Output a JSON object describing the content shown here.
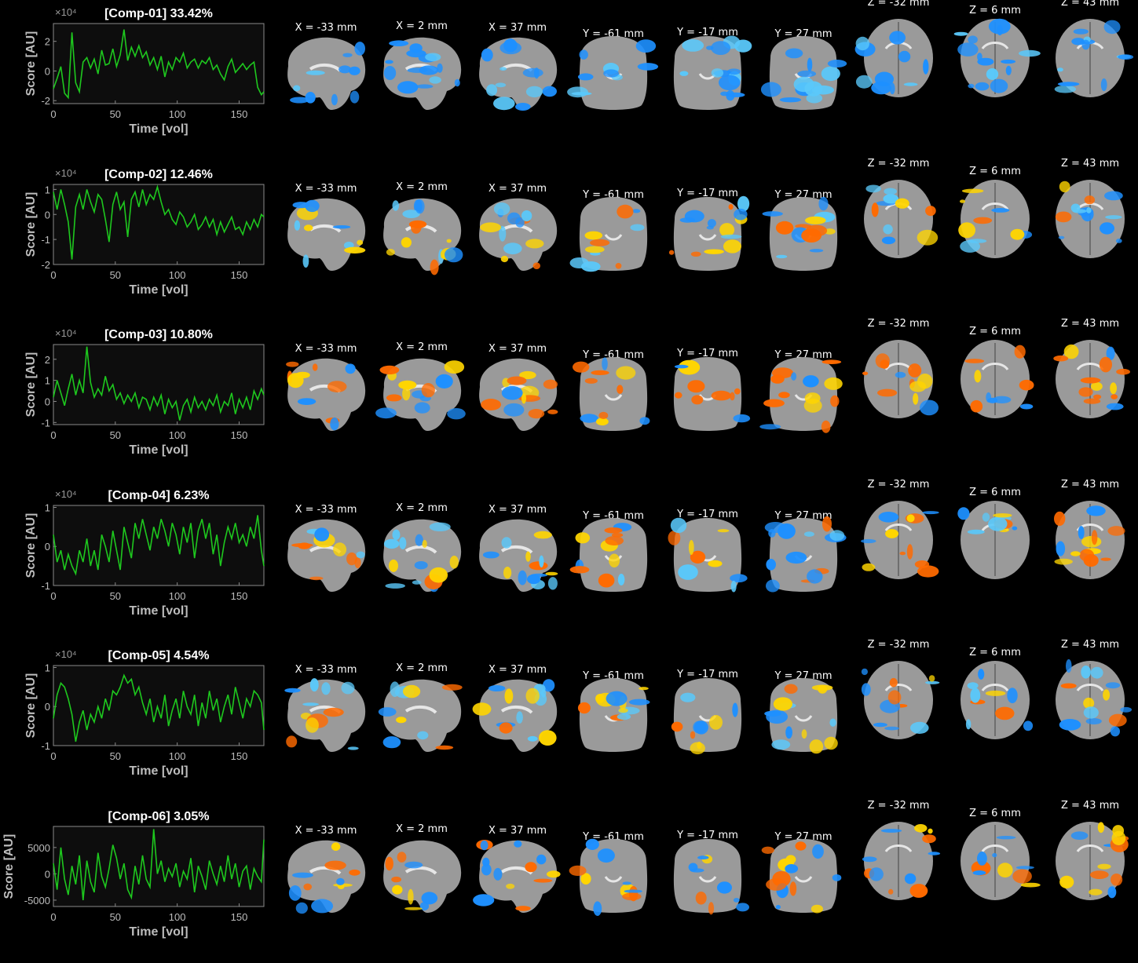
{
  "colors": {
    "background": "#000000",
    "trace": "#1ec81e",
    "axis_text": "#bdbdbd",
    "brain": "#9a9a9a",
    "negative": "#1e90ff",
    "negative_light": "#5ac8fa",
    "positive": "#ff6a00",
    "positive_light": "#ffd500"
  },
  "slice_labels": [
    "X = -33 mm",
    "X = 2 mm",
    "X = 37 mm",
    "Y = -61 mm",
    "Y = -17 mm",
    "Y = 27 mm",
    "Z = -32 mm",
    "Z = 6 mm",
    "Z = 43 mm"
  ],
  "chart_data": [
    {
      "type": "line",
      "title": "[Comp-01] 33.42%",
      "xlabel": "Time [vol]",
      "ylabel": "Score [AU]",
      "multiplier": "×10⁴",
      "xlim": [
        0,
        170
      ],
      "ylim": [
        -2.2,
        3.2
      ],
      "xticks": [
        0,
        50,
        100,
        150
      ],
      "yticks": [
        -2,
        0,
        2
      ],
      "ytick_labels": [
        "-2",
        "0",
        "2"
      ],
      "x": [
        0,
        3,
        6,
        9,
        12,
        15,
        18,
        21,
        24,
        27,
        30,
        33,
        36,
        39,
        42,
        45,
        48,
        51,
        54,
        57,
        60,
        63,
        66,
        69,
        72,
        75,
        78,
        81,
        84,
        87,
        90,
        93,
        96,
        99,
        102,
        105,
        108,
        111,
        114,
        117,
        120,
        123,
        126,
        129,
        132,
        135,
        138,
        141,
        144,
        147,
        150,
        153,
        156,
        159,
        162,
        165,
        168,
        170
      ],
      "y": [
        -1.2,
        -0.5,
        0.3,
        -1.5,
        -1.8,
        2.6,
        -0.8,
        -1.4,
        0.6,
        0.9,
        0.2,
        0.8,
        -0.2,
        1.4,
        0.4,
        0.5,
        1.5,
        0.3,
        1.1,
        2.8,
        0.7,
        1.6,
        1.0,
        1.7,
        0.9,
        1.3,
        0.4,
        0.9,
        0.1,
        1.0,
        -0.4,
        0.6,
        0.1,
        0.9,
        0.6,
        1.2,
        0.2,
        0.6,
        0.8,
        0.2,
        0.7,
        0.5,
        0.9,
        0.1,
        0.4,
        -0.2,
        -0.6,
        0.3,
        0.8,
        -0.1,
        0.2,
        0.5,
        0.1,
        0.4,
        0.6,
        -1.1,
        -1.6,
        -1.4
      ]
    },
    {
      "type": "line",
      "title": "[Comp-02] 12.46%",
      "xlabel": "Time [vol]",
      "ylabel": "Score [AU]",
      "multiplier": "×10⁴",
      "xlim": [
        0,
        170
      ],
      "ylim": [
        -2,
        1.2
      ],
      "xticks": [
        0,
        50,
        100,
        150
      ],
      "yticks": [
        -2,
        -1,
        0,
        1
      ],
      "ytick_labels": [
        "-2",
        "-1",
        "0",
        "1"
      ],
      "x": [
        0,
        3,
        6,
        9,
        12,
        15,
        18,
        21,
        24,
        27,
        30,
        33,
        36,
        39,
        42,
        45,
        48,
        51,
        54,
        57,
        60,
        63,
        66,
        69,
        72,
        75,
        78,
        81,
        84,
        87,
        90,
        93,
        96,
        99,
        102,
        105,
        108,
        111,
        114,
        117,
        120,
        123,
        126,
        129,
        132,
        135,
        138,
        141,
        144,
        147,
        150,
        153,
        156,
        159,
        162,
        165,
        168,
        170
      ],
      "y": [
        0.9,
        0.2,
        1.0,
        0.4,
        -0.3,
        -1.8,
        0.3,
        0.8,
        0.2,
        1.0,
        0.5,
        0.1,
        0.8,
        0.6,
        -0.2,
        -1.1,
        0.4,
        0.9,
        0.2,
        0.5,
        -0.9,
        0.6,
        0.9,
        0.3,
        1.0,
        0.4,
        0.8,
        0.6,
        1.1,
        0.5,
        0.0,
        0.2,
        -0.2,
        -0.4,
        0.1,
        -0.1,
        -0.5,
        -0.3,
        0.0,
        -0.6,
        -0.4,
        -0.1,
        -0.5,
        -0.2,
        -0.8,
        -0.3,
        -0.7,
        -0.4,
        -0.1,
        -0.6,
        -0.5,
        -0.8,
        -0.3,
        -0.6,
        -0.2,
        -0.5,
        0.0,
        -0.1
      ]
    },
    {
      "type": "line",
      "title": "[Comp-03] 10.80%",
      "xlabel": "Time [vol]",
      "ylabel": "Score [AU]",
      "multiplier": "×10⁴",
      "xlim": [
        0,
        170
      ],
      "ylim": [
        -1.1,
        2.7
      ],
      "xticks": [
        0,
        50,
        100,
        150
      ],
      "yticks": [
        -1,
        0,
        1,
        2
      ],
      "ytick_labels": [
        "-1",
        "0",
        "1",
        "2"
      ],
      "x": [
        0,
        3,
        6,
        9,
        12,
        15,
        18,
        21,
        24,
        27,
        30,
        33,
        36,
        39,
        42,
        45,
        48,
        51,
        54,
        57,
        60,
        63,
        66,
        69,
        72,
        75,
        78,
        81,
        84,
        87,
        90,
        93,
        96,
        99,
        102,
        105,
        108,
        111,
        114,
        117,
        120,
        123,
        126,
        129,
        132,
        135,
        138,
        141,
        144,
        147,
        150,
        153,
        156,
        159,
        162,
        165,
        168,
        170
      ],
      "y": [
        0.2,
        1.0,
        0.4,
        -0.2,
        0.6,
        1.3,
        0.3,
        1.0,
        0.4,
        2.6,
        0.9,
        0.2,
        0.6,
        0.3,
        1.2,
        0.5,
        0.8,
        0.1,
        0.4,
        -0.1,
        0.3,
        0.0,
        0.4,
        -0.3,
        0.2,
        0.1,
        -0.4,
        0.2,
        -0.2,
        0.3,
        -0.6,
        0.1,
        -0.3,
        0.0,
        -0.9,
        -0.2,
        0.1,
        -0.5,
        0.2,
        -0.3,
        0.0,
        -0.4,
        0.1,
        -0.2,
        0.3,
        -0.5,
        0.0,
        -0.2,
        0.4,
        -0.6,
        0.1,
        -0.3,
        0.2,
        -0.4,
        0.5,
        0.1,
        0.6,
        0.3
      ]
    },
    {
      "type": "line",
      "title": "[Comp-04] 6.23%",
      "xlabel": "Time [vol]",
      "ylabel": "Score [AU]",
      "multiplier": "×10⁴",
      "xlim": [
        0,
        170
      ],
      "ylim": [
        -1,
        1.05
      ],
      "xticks": [
        0,
        50,
        100,
        150
      ],
      "yticks": [
        -1,
        0,
        1
      ],
      "ytick_labels": [
        "-1",
        "0",
        "1"
      ],
      "x": [
        0,
        3,
        6,
        9,
        12,
        15,
        18,
        21,
        24,
        27,
        30,
        33,
        36,
        39,
        42,
        45,
        48,
        51,
        54,
        57,
        60,
        63,
        66,
        69,
        72,
        75,
        78,
        81,
        84,
        87,
        90,
        93,
        96,
        99,
        102,
        105,
        108,
        111,
        114,
        117,
        120,
        123,
        126,
        129,
        132,
        135,
        138,
        141,
        144,
        147,
        150,
        153,
        156,
        159,
        162,
        165,
        168,
        170
      ],
      "y": [
        0.3,
        -0.4,
        -0.1,
        -0.6,
        -0.2,
        -0.5,
        -0.7,
        -0.1,
        -0.4,
        0.2,
        -0.5,
        -0.1,
        -0.6,
        0.3,
        0.0,
        -0.4,
        0.4,
        -0.1,
        -0.6,
        0.5,
        0.1,
        -0.3,
        0.6,
        0.2,
        0.7,
        0.3,
        -0.1,
        0.5,
        0.2,
        0.7,
        0.4,
        0.0,
        0.6,
        0.3,
        -0.2,
        0.5,
        0.1,
        0.6,
        -0.3,
        0.4,
        0.7,
        0.2,
        0.6,
        -0.2,
        0.3,
        -0.5,
        0.1,
        0.5,
        0.2,
        0.6,
        0.1,
        0.3,
        0.0,
        0.5,
        0.2,
        0.8,
        -0.1,
        -0.5
      ]
    },
    {
      "type": "line",
      "title": "[Comp-05] 4.54%",
      "xlabel": "Time [vol]",
      "ylabel": "Score [AU]",
      "multiplier": "×10⁴",
      "xlim": [
        0,
        170
      ],
      "ylim": [
        -1,
        1.05
      ],
      "xticks": [
        0,
        50,
        100,
        150
      ],
      "yticks": [
        -1,
        0,
        1
      ],
      "ytick_labels": [
        "-1",
        "0",
        "1"
      ],
      "x": [
        0,
        3,
        6,
        9,
        12,
        15,
        18,
        21,
        24,
        27,
        30,
        33,
        36,
        39,
        42,
        45,
        48,
        51,
        54,
        57,
        60,
        63,
        66,
        69,
        72,
        75,
        78,
        81,
        84,
        87,
        90,
        93,
        96,
        99,
        102,
        105,
        108,
        111,
        114,
        117,
        120,
        123,
        126,
        129,
        132,
        135,
        138,
        141,
        144,
        147,
        150,
        153,
        156,
        159,
        162,
        165,
        168,
        170
      ],
      "y": [
        -0.3,
        0.3,
        0.6,
        0.5,
        0.2,
        -0.2,
        -0.9,
        -0.4,
        -0.1,
        -0.6,
        -0.2,
        -0.4,
        0.0,
        -0.3,
        0.2,
        -0.1,
        0.4,
        0.3,
        0.5,
        0.8,
        0.6,
        0.7,
        0.3,
        0.5,
        0.1,
        -0.2,
        0.2,
        -0.4,
        0.0,
        -0.3,
        0.3,
        -0.5,
        -0.1,
        0.2,
        -0.3,
        0.4,
        0.0,
        -0.2,
        0.3,
        -0.5,
        0.1,
        -0.3,
        0.4,
        -0.1,
        0.2,
        -0.4,
        0.0,
        0.3,
        -0.2,
        0.5,
        0.1,
        -0.3,
        0.2,
        0.0,
        0.4,
        0.3,
        0.1,
        -0.6
      ]
    },
    {
      "type": "line",
      "title": "[Comp-06] 3.05%",
      "xlabel": "Time [vol]",
      "ylabel": "Score [AU]",
      "multiplier": "",
      "xlim": [
        0,
        170
      ],
      "ylim": [
        -6200,
        9000
      ],
      "xticks": [
        0,
        50,
        100,
        150
      ],
      "yticks": [
        -5000,
        0,
        5000
      ],
      "ytick_labels": [
        "-5000",
        "0",
        "5000"
      ],
      "x": [
        0,
        3,
        6,
        9,
        12,
        15,
        18,
        21,
        24,
        27,
        30,
        33,
        36,
        39,
        42,
        45,
        48,
        51,
        54,
        57,
        60,
        63,
        66,
        69,
        72,
        75,
        78,
        81,
        84,
        87,
        90,
        93,
        96,
        99,
        102,
        105,
        108,
        111,
        114,
        117,
        120,
        123,
        126,
        129,
        132,
        135,
        138,
        141,
        144,
        147,
        150,
        153,
        156,
        159,
        162,
        165,
        168,
        170
      ],
      "y": [
        2000,
        -3000,
        5000,
        -1000,
        -4000,
        1500,
        -2000,
        3500,
        -5000,
        2500,
        -1500,
        -3500,
        4000,
        -500,
        -2500,
        1000,
        5500,
        3000,
        -1000,
        2000,
        -3000,
        -4500,
        1500,
        -2000,
        3500,
        -1000,
        -2500,
        8500,
        0,
        2500,
        -1500,
        1000,
        -500,
        2000,
        -2500,
        500,
        -1000,
        3000,
        -3500,
        1500,
        -500,
        -3000,
        2500,
        0,
        -2000,
        1500,
        -1500,
        3500,
        -1000,
        2000,
        -2500,
        500,
        1500,
        -3000,
        1000,
        -500,
        -1500,
        6500
      ]
    }
  ]
}
